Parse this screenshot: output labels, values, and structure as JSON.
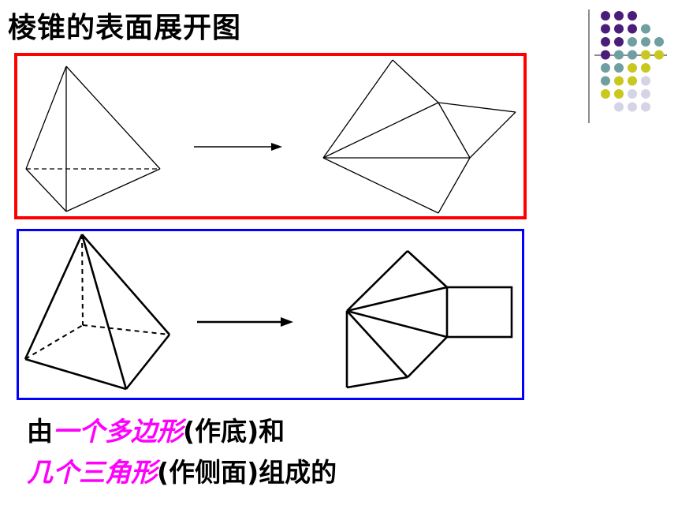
{
  "title": "棱锥的表面展开图",
  "caption": {
    "line1": {
      "prefix": "由",
      "highlight": "一个多边形",
      "suffix": "(作底)和"
    },
    "line2": {
      "highlight": "几个三角形",
      "suffix": "(作侧面)组成的"
    }
  },
  "colors": {
    "red_frame": "#ff0000",
    "blue_frame": "#0000ff",
    "highlight": "#ff00ff",
    "dot_purple": "#4b1d7a",
    "dot_teal": "#6f9fa0",
    "dot_yellow": "#c8c81e",
    "dot_lavender": "#d4d4e6"
  },
  "decor": {
    "dot_rows": [
      [
        "purple",
        "purple",
        "purple"
      ],
      [
        "purple",
        "purple",
        "purple",
        "teal"
      ],
      [
        "purple",
        "purple",
        "teal",
        "teal",
        "teal"
      ],
      [
        "purple",
        "teal",
        "teal",
        "yellow",
        "yellow"
      ],
      [
        "teal",
        "teal",
        "yellow",
        "yellow"
      ],
      [
        "teal",
        "yellow",
        "yellow",
        "lavender"
      ],
      [
        "yellow",
        "yellow",
        "lavender",
        "lavender"
      ],
      [
        "lavender",
        "lavender",
        "lavender"
      ]
    ]
  }
}
